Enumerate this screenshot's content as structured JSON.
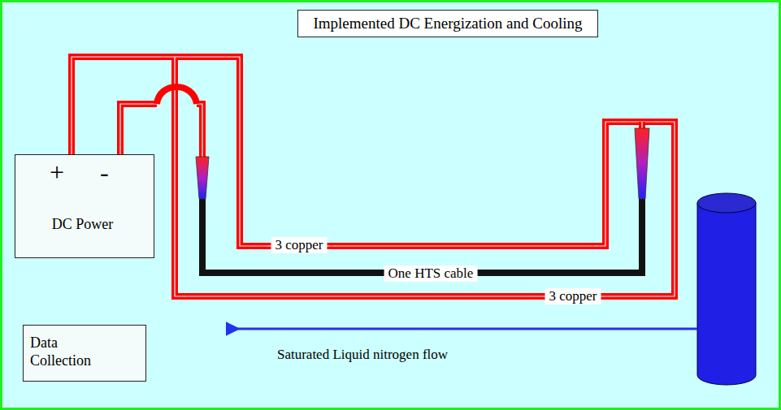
{
  "diagram": {
    "title": "Implemented DC Energization and Cooling",
    "nodes": [
      {
        "text": [
          "+",
          "-",
          "DC Power"
        ]
      },
      {
        "text": [
          "Data Collection"
        ]
      }
    ],
    "labels": [
      "3 copper",
      "One HTS cable",
      "3 copper",
      "Saturated Liquid nitrogen flow"
    ]
  }
}
